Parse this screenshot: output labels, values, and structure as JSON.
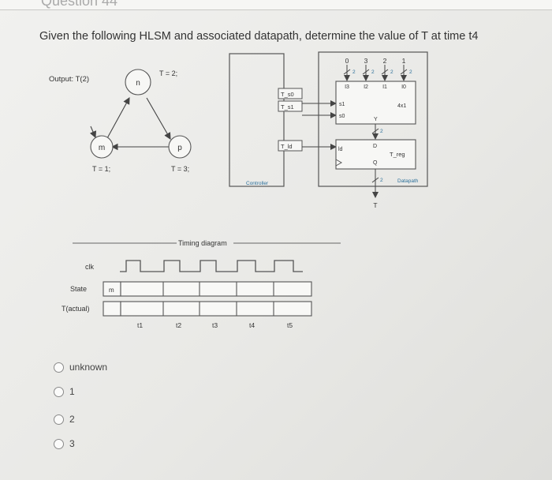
{
  "header": {
    "title": "Question 44"
  },
  "question": {
    "text": "Given the following HLSM and associated datapath, determine the value of T at time t4"
  },
  "hlsm": {
    "output_label": "Output: T(2)",
    "states": [
      {
        "name": "n",
        "action": "T = 2;"
      },
      {
        "name": "m",
        "action": "T = 1;"
      },
      {
        "name": "p",
        "action": "T = 3;"
      }
    ]
  },
  "controller": {
    "label": "Controller",
    "signals": [
      "T_s0",
      "T_s1",
      "T_ld"
    ]
  },
  "datapath": {
    "label": "Datapath",
    "top_constants": [
      "0",
      "3",
      "2",
      "1"
    ],
    "bus_width": "2",
    "mux_inputs": [
      "I3",
      "I2",
      "I1",
      "I0"
    ],
    "mux_selects": [
      "s1",
      "s0"
    ],
    "mux_name": "4x1",
    "mux_output": "Y",
    "reg_name": "T_reg",
    "reg_ports": [
      "ld",
      "D",
      "Q"
    ],
    "output": "T"
  },
  "timing": {
    "title": "Timing diagram",
    "clk_label": "clk",
    "state_label": "State",
    "tactual_label": "T(actual)",
    "initial_state": "m",
    "times": [
      "t1",
      "t2",
      "t3",
      "t4",
      "t5"
    ]
  },
  "options": [
    "unknown",
    "1",
    "2",
    "3"
  ]
}
